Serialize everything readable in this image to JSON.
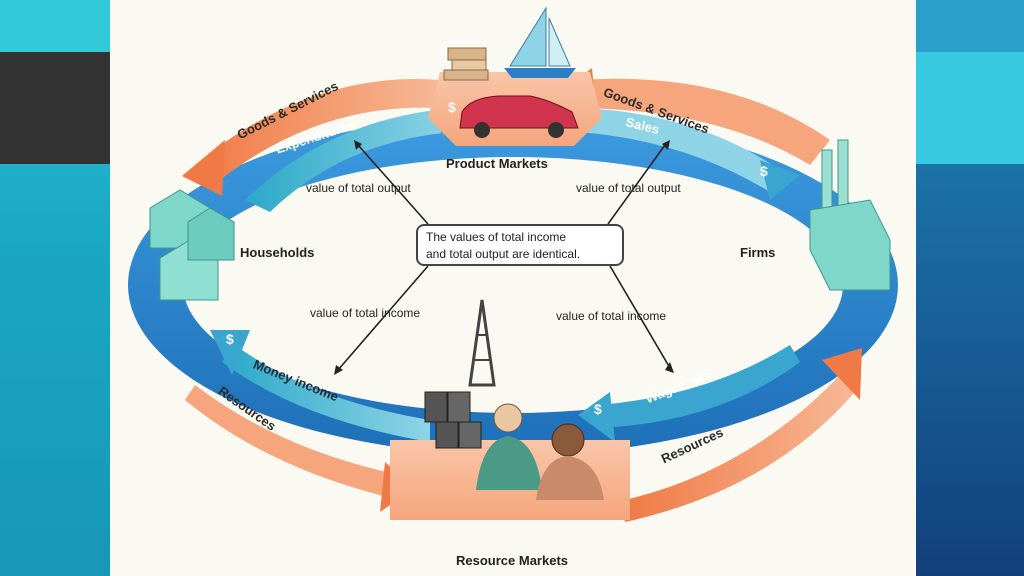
{
  "diagram": {
    "nodes": {
      "households": "Households",
      "firms": "Firms",
      "product_markets": "Product Markets",
      "resource_markets": "Resource Markets"
    },
    "outer_flows": {
      "goods_services_left": "Goods & Services",
      "goods_services_right": "Goods & Services",
      "resources_left": "Resources",
      "resources_right": "Resources"
    },
    "inner_flows": {
      "expenditures": "Expenditures",
      "sales": "Sales",
      "money_income": "Money income",
      "wages": "Wages, etc."
    },
    "pointers": {
      "output_left": "value of total output",
      "output_right": "value of total output",
      "income_left": "value of total income",
      "income_right": "value of total income"
    },
    "center_box": {
      "line1": "The values of total income",
      "line2": "and total output are identical."
    },
    "dollar_sign": "$"
  },
  "colors": {
    "outer_ring": "#f08a5d",
    "inner_ring": "#3aa6cf",
    "blue_ring": "#2b7fc9",
    "slide_bg": "#fbfaf2"
  }
}
